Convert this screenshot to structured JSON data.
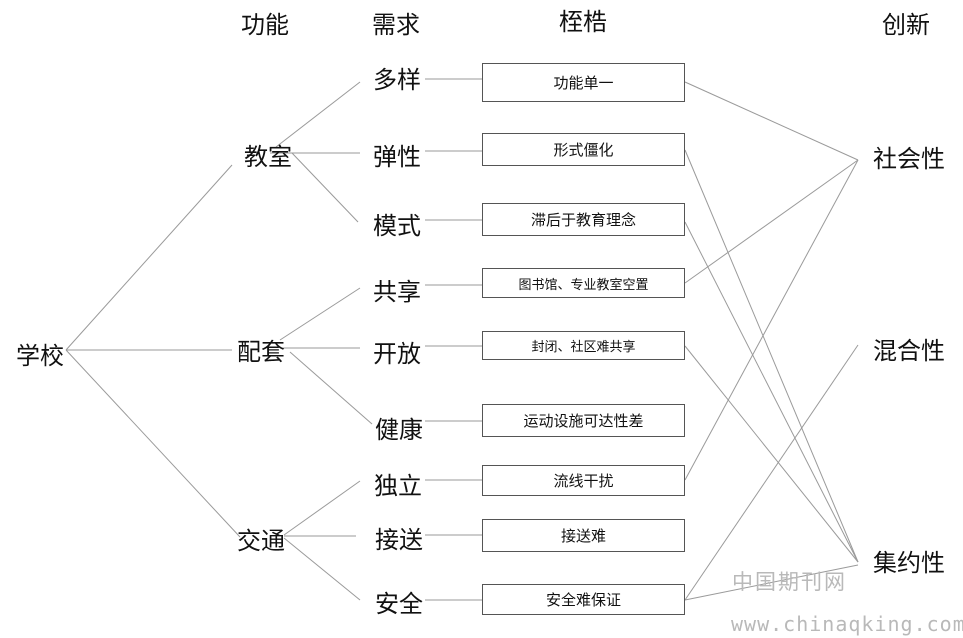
{
  "headers": {
    "function": "功能",
    "need": "需求",
    "obstacle": "桎梏",
    "innovation": "创新"
  },
  "root": "学校",
  "functions": [
    "教室",
    "配套",
    "交通"
  ],
  "needs": [
    "多样",
    "弹性",
    "模式",
    "共享",
    "开放",
    "健康",
    "独立",
    "接送",
    "安全"
  ],
  "obstacles": [
    "功能单一",
    "形式僵化",
    "滞后于教育理念",
    "图书馆、专业教室空置",
    "封闭、社区难共享",
    "运动设施可达性差",
    "流线干扰",
    "接送难",
    "安全难保证"
  ],
  "innovations": [
    "社会性",
    "混合性",
    "集约性"
  ],
  "watermark": {
    "name": "中国期刊网",
    "url": "www.chinaqking.com"
  },
  "colors": {
    "line": "#9a9a9a",
    "box_border": "#555555",
    "text": "#111111",
    "watermark": "#b9b9b9"
  }
}
